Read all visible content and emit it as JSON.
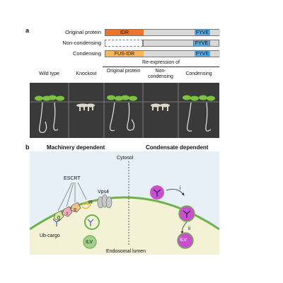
{
  "panel_a": {
    "label": "a",
    "rows": [
      {
        "label": "Original protein",
        "segments": [
          {
            "text": "IDR",
            "kind": "idr"
          },
          {
            "text": "",
            "kind": "body"
          },
          {
            "text": "FYVE",
            "kind": "fyve"
          }
        ]
      },
      {
        "label": "Non-condensing",
        "segments": [
          {
            "text": "",
            "kind": "dashed"
          },
          {
            "text": "",
            "kind": "body"
          },
          {
            "text": "FYVE",
            "kind": "fyve"
          }
        ]
      },
      {
        "label": "Condensing",
        "segments": [
          {
            "text": "FUS-IDR",
            "kind": "fus"
          },
          {
            "text": "",
            "kind": "body"
          },
          {
            "text": "FYVE",
            "kind": "fyve"
          }
        ]
      }
    ],
    "reexpression_header": "Re-expression of",
    "columns": [
      "Wild type",
      "Knockout",
      "Original protein",
      "Non-condensing",
      "Condensing"
    ],
    "colors": {
      "idr": "#e8762c",
      "fus": "#f5b75a",
      "body": "#d9d9d9",
      "fyve": "#5aa9dc"
    }
  },
  "panel_b": {
    "label": "b",
    "left_title": "Machinery dependent",
    "right_title": "Condensate dependent",
    "cytosol": "Cytosol",
    "lumen": "Endosomal lumen",
    "escrt": "ESCRT",
    "escrt_subunits": [
      "0",
      "I",
      "II",
      "III"
    ],
    "vps4": "Vps4",
    "ub_cargo": "Ub-cargo",
    "ilv_left": "ILV",
    "ilv_right": "ILV",
    "steps": [
      "i",
      "ii"
    ],
    "colors": {
      "lumen": "#f3f1d6",
      "membrane": "#6fb24a",
      "condensate": "#c94fcf",
      "background": "#e8f0f7"
    }
  }
}
